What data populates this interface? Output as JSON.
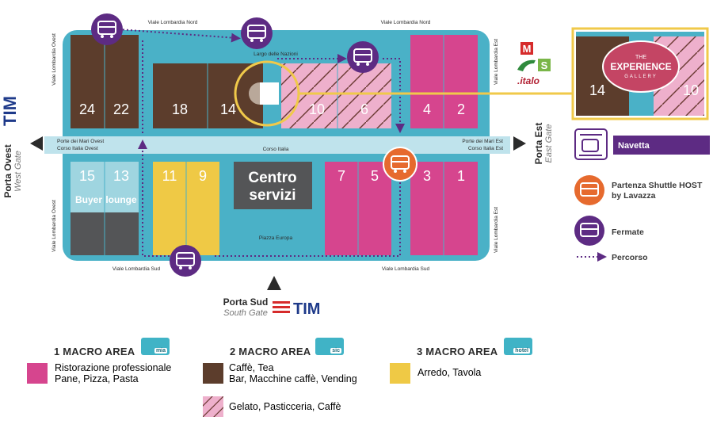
{
  "colors": {
    "hall": "#4ab1c7",
    "brown": "#5c3d2c",
    "pink": "#d6458e",
    "lightpink": "#eeb0cc",
    "yellow": "#efc945",
    "darkgray": "#545557",
    "lightblue": "#9fd5e0",
    "purple": "#5d2b83",
    "orange": "#e66a2e",
    "highlight": "#f0c94a",
    "road": "#bfe3ec"
  },
  "map": {
    "streets": {
      "lombardia_nord_left": "Viale Lombardia Nord",
      "lombardia_nord_right": "Viale Lombardia Nord",
      "lombardia_ovest_top": "Viale Lombardia Ovest",
      "lombardia_ovest_bottom": "Viale Lombardia Ovest",
      "lombardia_est_top": "Viale Lombardia Est",
      "lombardia_est_bottom": "Viale Lombardia Est",
      "lombardia_sud_left": "Viale Lombardia Sud",
      "lombardia_sud_right": "Viale Lombardia Sud",
      "largo_nazioni": "Largo delle Nazioni",
      "corso_italia": "Corso Italia",
      "porte_mari_ovest": "Porte dei Mari Ovest",
      "corso_italia_ovest": "Corso Italia Ovest",
      "porte_mari_est": "Porte dei Mari Est",
      "corso_italia_est": "Corso Italia Est",
      "piazza_europa": "Piazza Europa"
    },
    "halls": {
      "h24": "24",
      "h22": "22",
      "h18": "18",
      "h14": "14",
      "h10": "10",
      "h6": "6",
      "h4": "4",
      "h2": "2",
      "h15": "15",
      "h13": "13",
      "h11": "11",
      "h9": "9",
      "h7": "7",
      "h5": "5",
      "h3": "3",
      "h1": "1"
    },
    "buyer_label": "Buyer",
    "lounge_label": "lounge",
    "centro_line1": "Centro",
    "centro_line2": "servizi",
    "gates": {
      "west_main": "Porta Ovest",
      "west_sub": "West Gate",
      "east_main": "Porta Est",
      "east_sub": "East Gate",
      "south_main": "Porta Sud",
      "south_sub": "South Gate",
      "sponsor": "TIM"
    },
    "transit": {
      "metro": "M",
      "s_line": "S",
      "italo": ".italo"
    }
  },
  "inset": {
    "hall_left": "14",
    "hall_right": "10",
    "gallery_line1": "THE",
    "gallery_line2": "EXPERIENCE",
    "gallery_line3": "GALLERY"
  },
  "legend": {
    "navetta": "Navetta",
    "shuttle_line1": "Partenza Shuttle HOST",
    "shuttle_line2": "by Lavazza",
    "fermate": "Fermate",
    "percorso": "Percorso"
  },
  "categories": {
    "area1_title": "1 MACRO AREA",
    "area1_badge": "mia",
    "area2_title": "2 MACRO AREA",
    "area2_badge": "sic",
    "area3_title": "3 MACRO AREA",
    "area3_badge": "hotel",
    "pink_line1": "Ristorazione professionale",
    "pink_line2": "Pane, Pizza, Pasta",
    "brown_line1": "Caffè, Tea",
    "brown_line2": "Bar, Macchine caffè, Vending",
    "striped_line1": "Gelato, Pasticceria, Caffè",
    "yellow_line1": "Arredo, Tavola"
  }
}
